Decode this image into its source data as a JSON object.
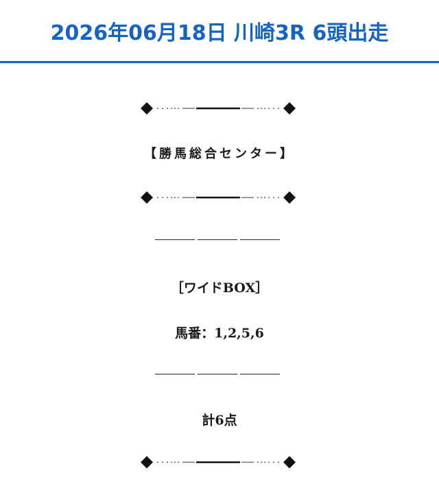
{
  "header": {
    "title": "2026年06月18日 川崎3R 6頭出走",
    "accent_color": "#1565c0"
  },
  "content": {
    "center_title": "【勝馬総合センター】",
    "bet_type": "［ワイドBOX］",
    "horse_numbers": "馬番：1,2,5,6",
    "total": "計6点"
  },
  "ornaments": {
    "icon": "diamond-dotted-line-ornament"
  }
}
